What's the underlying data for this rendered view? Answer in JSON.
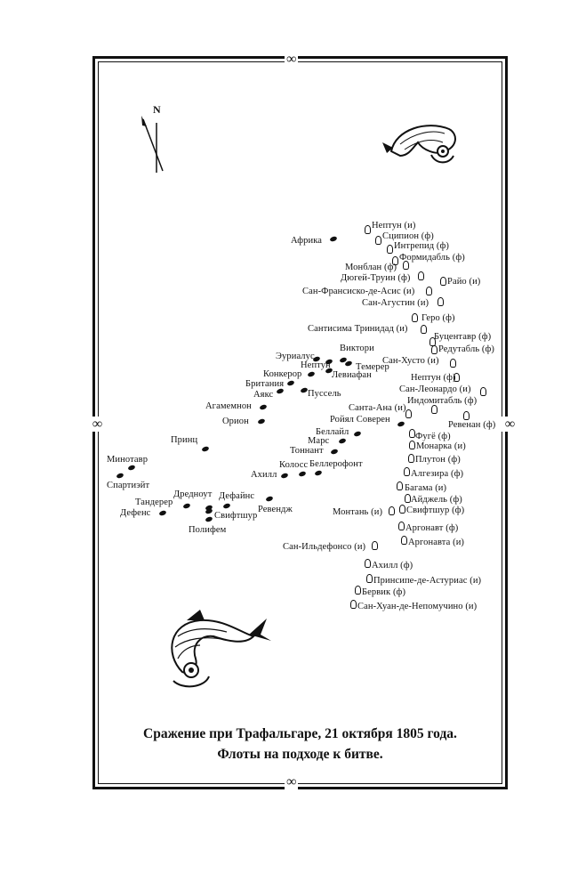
{
  "compass": {
    "north_label": "N"
  },
  "caption": {
    "line1": "Сражение при Трафальгаре, 21 октября 1805 года.",
    "line2": "Флоты на подходе к битве."
  },
  "british_fleet": [
    "Африка",
    "Виктори",
    "Эуриалус",
    "Нептун",
    "Темерер",
    "Левиафан",
    "Конкерор",
    "Британия",
    "Пуссель",
    "Аякс",
    "Агамемнон",
    "Орион",
    "Ройял Соверен",
    "Беллайл",
    "Марс",
    "Тоннант",
    "Принц",
    "Минотавр",
    "Спартиэйт",
    "Колосс",
    "Ахилл",
    "Беллерофонт",
    "Дредноут",
    "Дефайнс",
    "Тандерер",
    "Дефенс",
    "Ревендж",
    "Свифтшур",
    "Полифем"
  ],
  "combined_fleet": [
    "Нептун (и)",
    "Сципион (ф)",
    "Интрепид (ф)",
    "Формидабль (ф)",
    "Монблан (ф)",
    "Дюгей-Труин (ф)",
    "Райо (и)",
    "Сан-Франсиско-де-Асис (и)",
    "Сан-Агустин (и)",
    "Геро (ф)",
    "Сантисима Тринидад (и)",
    "Буцентавр (ф)",
    "Редутабль (ф)",
    "Сан-Хусто (и)",
    "Нептун (ф)",
    "Сан-Леонардо (и)",
    "Индомитабль (ф)",
    "Санта-Ана (и)",
    "Ревенан (ф)",
    "Фугё (ф)",
    "Монарка (и)",
    "Плутон (ф)",
    "Алгезира (ф)",
    "Багама (и)",
    "Айджель (ф)",
    "Свифтшур (ф)",
    "Монтань (и)",
    "Аргонавт (ф)",
    "Аргонавта (и)",
    "Сан-Ильдефонсо (и)",
    "Ахилл (ф)",
    "Принсипе-де-Астуриас (и)",
    "Бервик (ф)",
    "Сан-Хуан-де-Непомучино (и)"
  ]
}
